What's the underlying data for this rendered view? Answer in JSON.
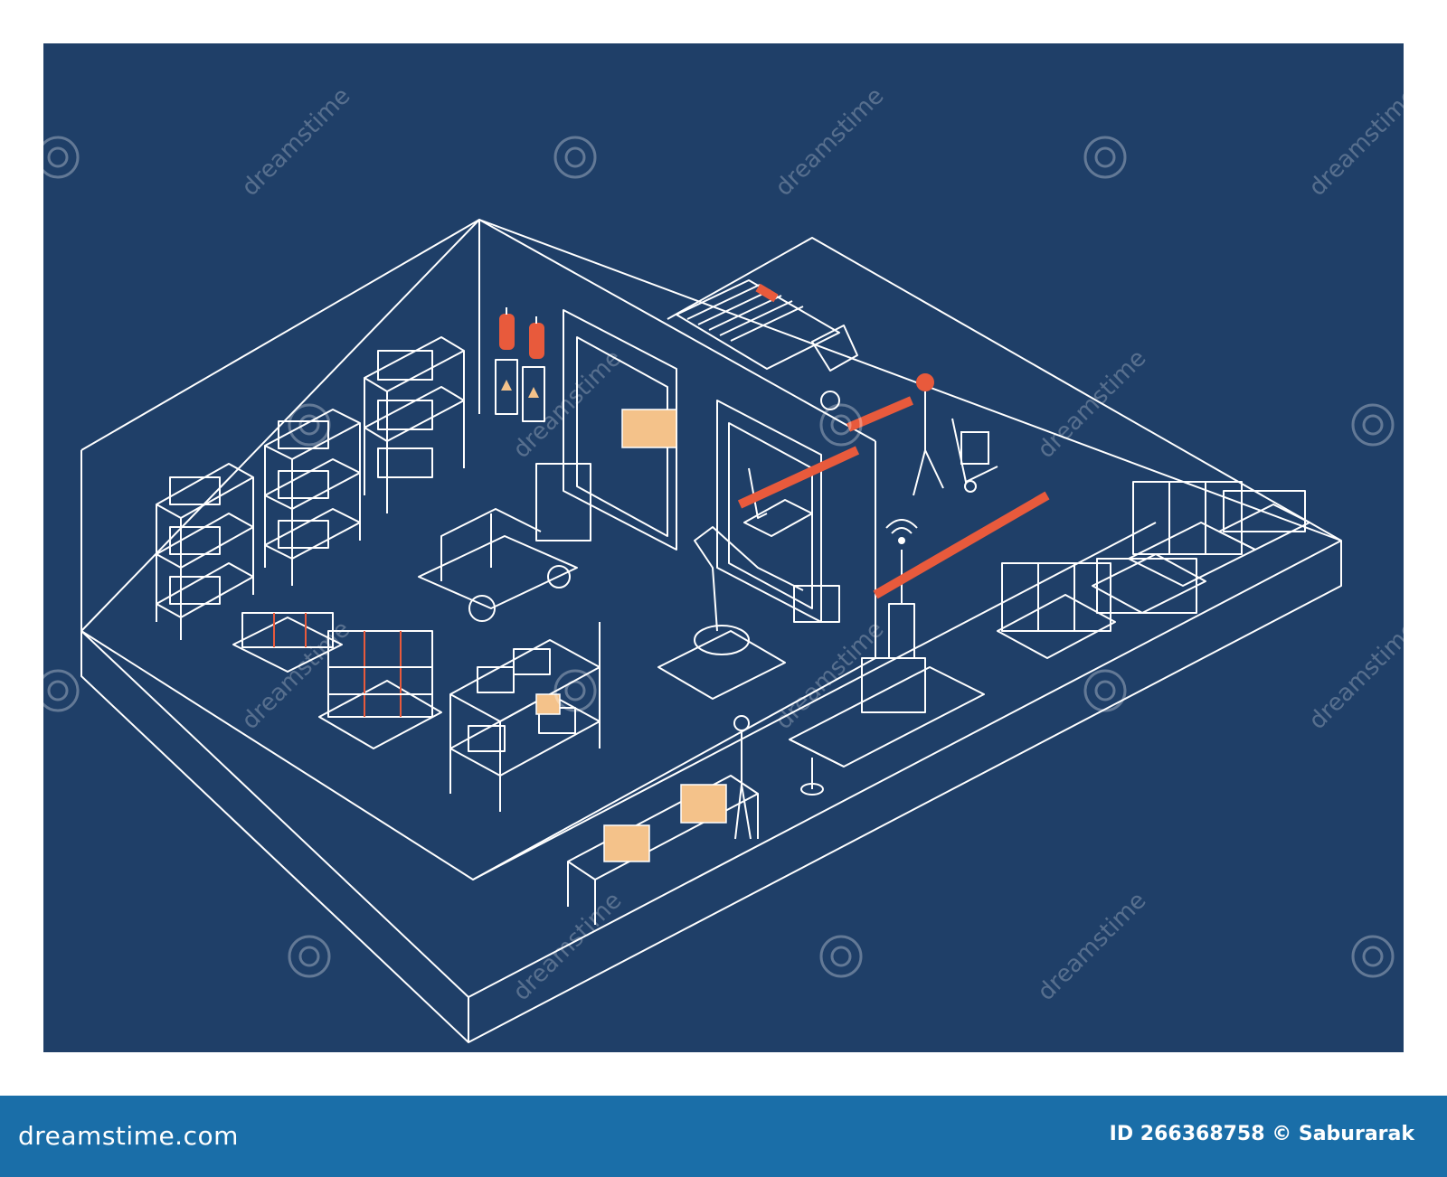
{
  "illustration": {
    "subject-icons": [
      "warehouse-icon",
      "storage-rack-icon",
      "forklift-icon",
      "robotic-arm-icon",
      "conveyor-icon",
      "pallet-jack-icon",
      "delivery-truck-icon",
      "fire-extinguisher-icon",
      "electrical-panel-icon",
      "worker-icon",
      "hand-truck-icon",
      "wifi-signal-icon",
      "cardboard-box-icon"
    ],
    "colors": {
      "background": "#1f3f68",
      "line": "#ffffff",
      "accent": "#e85a3c",
      "box": "#f4c28a",
      "footer": "#1a6ea8"
    }
  },
  "watermark": {
    "text": "dreamstime"
  },
  "footer": {
    "brand": "dreamstime.com",
    "credit": "ID 266368758 © Saburarak"
  }
}
